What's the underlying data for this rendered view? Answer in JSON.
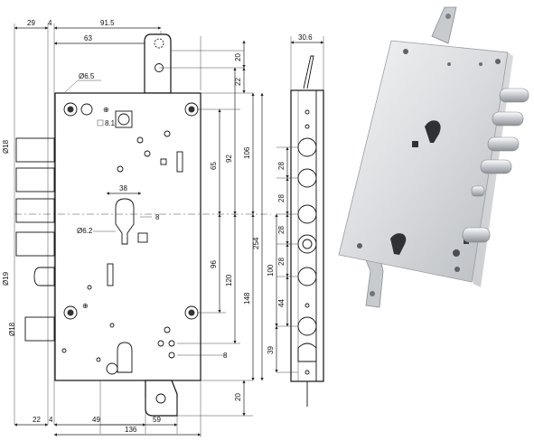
{
  "front_view": {
    "top_dims": {
      "d29": "29",
      "d4": "4",
      "d91_5": "91.5",
      "d63": "63"
    },
    "bottom_dims": {
      "d22": "22",
      "d4": "4",
      "d49": "49",
      "d59": "59",
      "d136": "136"
    },
    "callouts": {
      "hole_6_5": "Ø6.5",
      "square_8_1": "8.1",
      "width_38": "38",
      "height_8": "8",
      "hole_6_2": "Ø6.2"
    },
    "right_dims": {
      "d20_top": "20",
      "d22": "22",
      "d65": "65",
      "d92": "92",
      "d106": "106",
      "d254": "254",
      "d96": "96",
      "d120": "120",
      "d148": "148",
      "d8": "8",
      "d20_bottom": "20"
    },
    "left_dims": {
      "bolt_dia_18_a": "Ø18",
      "bolt_dia_19": "Ø19",
      "bolt_dia_18_b": "Ø18"
    }
  },
  "side_view": {
    "width": "30.6",
    "spacing": {
      "s1": "28",
      "s2": "28",
      "s3": "28",
      "s4": "28",
      "s5": "44",
      "s100": "100",
      "s39": "39"
    }
  }
}
